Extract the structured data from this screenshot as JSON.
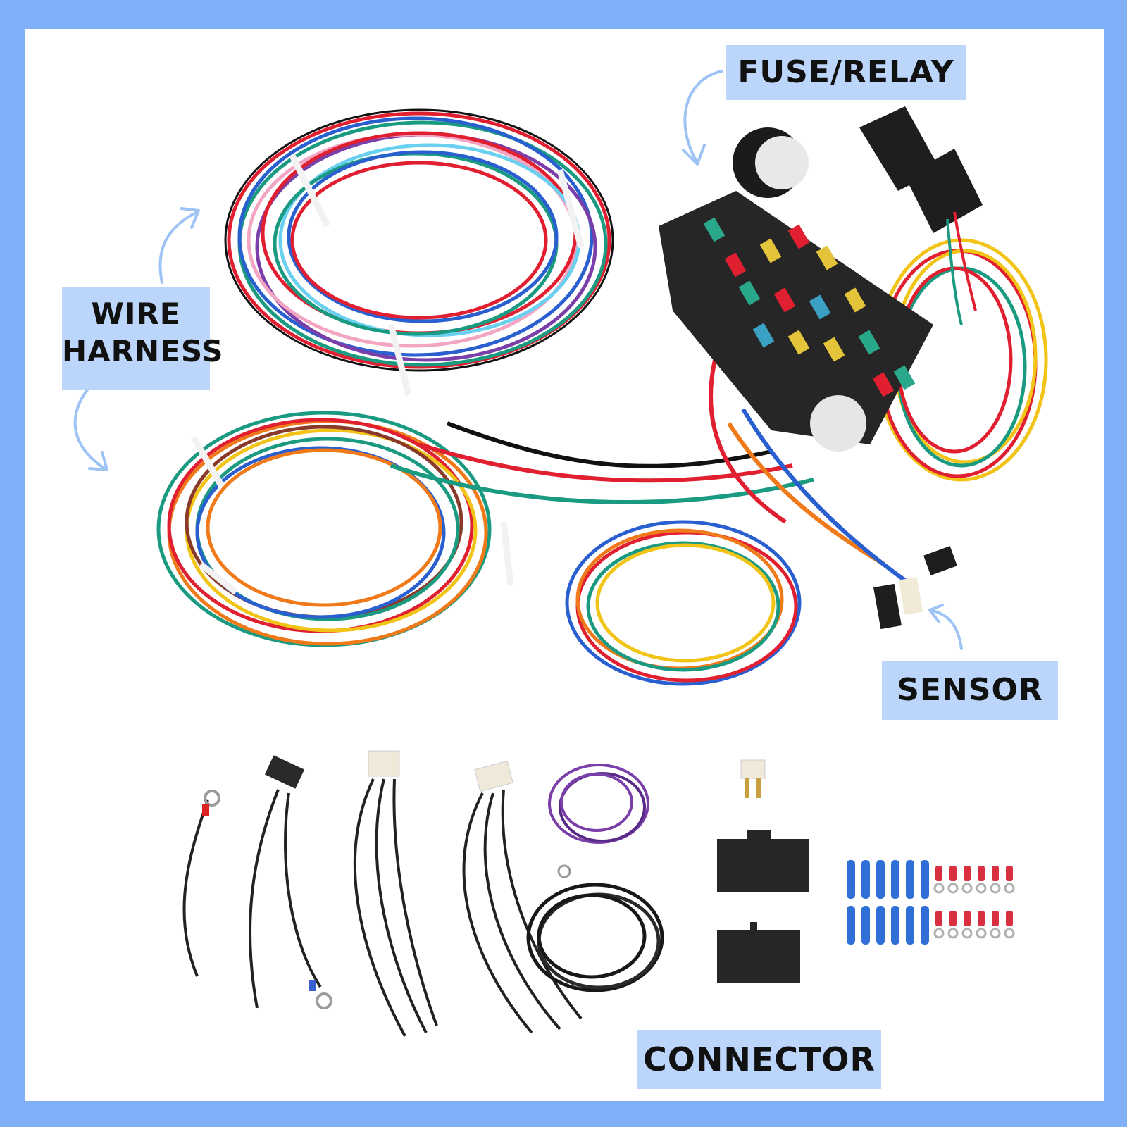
{
  "labels": {
    "fuse_relay": "FUSE/RELAY",
    "wire_harness_line1": "WIRE",
    "wire_harness_line2": "HARNESS",
    "sensor": "SENSOR",
    "connector": "CONNECTOR"
  },
  "colors": {
    "frame_border": "#7fb0f7",
    "label_bg": "#bcd6fb",
    "arrow": "#9ec4f5",
    "wire_palette": [
      "#e02030",
      "#1a9a80",
      "#2a5fd0",
      "#f2c418",
      "#7a3fa8",
      "#f07a1a",
      "#6ad0f0",
      "#111111",
      "#f3a6c4",
      "#8a3a2a"
    ]
  },
  "icons": [
    "arrow-to-fuse-icon",
    "arrow-up-icon",
    "arrow-down-icon",
    "arrow-to-sensor-icon"
  ]
}
